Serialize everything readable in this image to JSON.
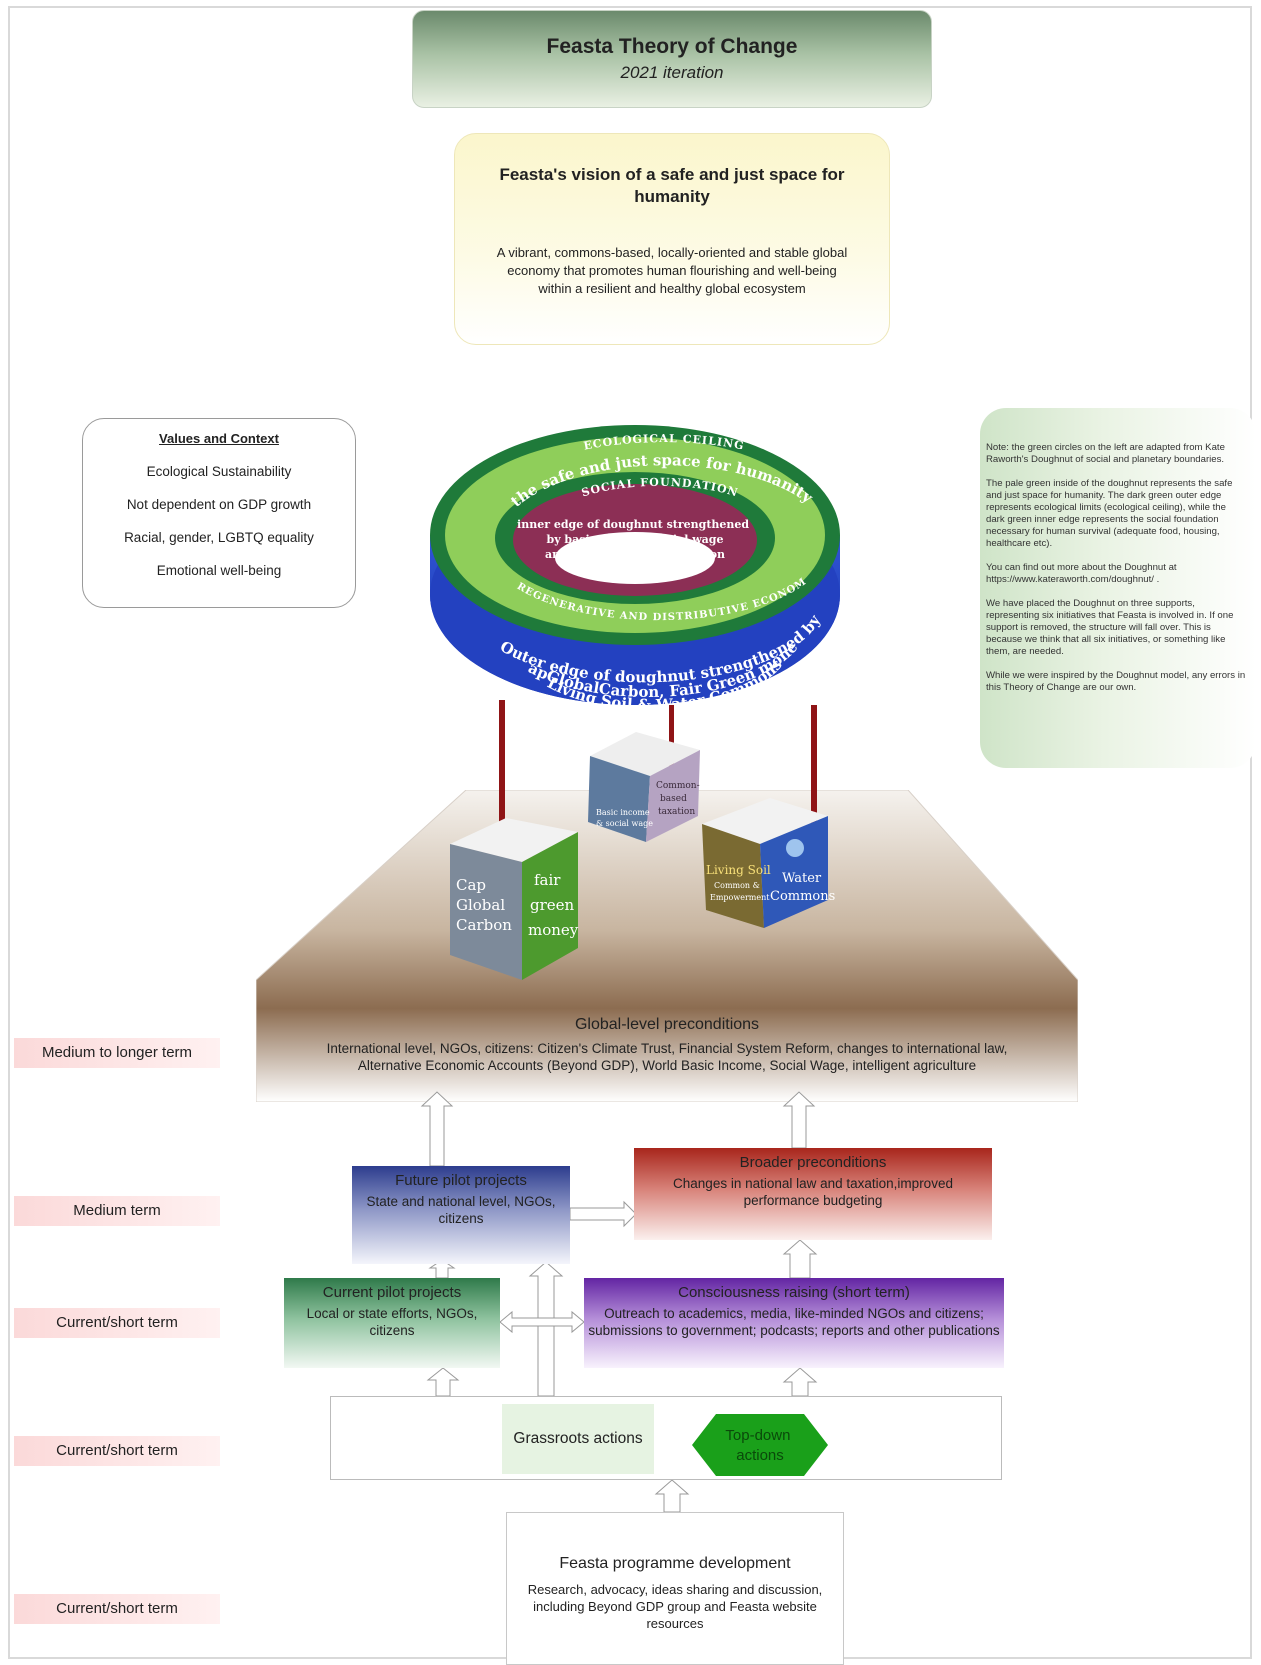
{
  "header": {
    "title": "Feasta Theory of Change",
    "subtitle": "2021 iteration"
  },
  "vision": {
    "title": "Feasta's vision of a safe and just space for humanity",
    "body": "A vibrant, commons-based, locally-oriented and stable global economy that promotes human flourishing and well-being within a resilient and healthy global ecosystem"
  },
  "values": {
    "heading": "Values and Context",
    "items": [
      "Ecological Sustainability",
      "Not dependent on GDP growth",
      "Racial, gender, LGBTQ equality",
      "Emotional well-being"
    ]
  },
  "note": {
    "paragraphs": [
      "Note: the green circles on the left are adapted from Kate Raworth's Doughnut of social and planetary boundaries.",
      "The pale green inside of the doughnut represents the safe and just space for humanity. The dark green outer edge represents ecological limits (ecological ceiling), while the dark green inner edge represents the social foundation necessary for human survival (adequate food, housing, healthcare etc).",
      "You can find out more about the Doughnut at https://www.kateraworth.com/doughnut/ .",
      "We have placed the Doughnut on three supports, representing six initiatives that Feasta is involved in. If one support is removed, the structure will fall over. This is because we think that all six initiatives, or something like them, are needed.",
      "While we were inspired by the Doughnut model, any errors in this Theory of Change are our own."
    ]
  },
  "doughnut": {
    "ecological_ceiling": "ECOLOGICAL CEILING",
    "safe_space": "the safe and just space for humanity",
    "social_foundation": "SOCIAL FOUNDATION",
    "inner_edge": [
      "inner edge of doughnut strengthened",
      "by basic income, social wage",
      "and commons-based taxation"
    ],
    "regenerative": "REGENERATIVE AND DISTRIBUTIVE ECONOMY",
    "outer_edge": [
      "Outer edge of doughnut strengthened by",
      "CapGlobalCarbon, Fair Green money,",
      "Living Soil & Water Commons"
    ],
    "colors": {
      "blue": "#2a45c2",
      "dark_green": "#1f7a3a",
      "light_green": "#8fce5a",
      "maroon": "#8c2f55",
      "pillar": "#8f1416"
    }
  },
  "cubes": {
    "left": {
      "front": [
        "Cap",
        "Global",
        "Carbon"
      ],
      "side": [
        "fair",
        "green",
        "money"
      ]
    },
    "middle": {
      "side": [
        "Common-",
        "based",
        "taxation"
      ],
      "front": [
        "Basic income",
        "& social wage"
      ]
    },
    "right": {
      "front": [
        "Living Soil",
        "Common &",
        "Empowerment"
      ],
      "side": [
        "Water",
        "Commons"
      ]
    }
  },
  "terms": {
    "t1": "Medium to longer term",
    "t2": "Medium term",
    "t3": "Current/short term",
    "t4": "Current/short term",
    "t5": "Current/short term"
  },
  "global": {
    "title": "Global-level preconditions",
    "body_line1": "International level, NGOs, citizens: Citizen's Climate Trust, Financial System Reform, changes to international law,",
    "body_line2": "Alternative Economic Accounts (Beyond GDP), World Basic Income, Social Wage, intelligent agriculture"
  },
  "future": {
    "title": "Future pilot projects",
    "body": "State and national level, NGOs, citizens"
  },
  "broader": {
    "title": "Broader preconditions",
    "body": "Changes in national law and taxation,improved performance budgeting"
  },
  "current": {
    "title": "Current pilot projects",
    "body": "Local or state efforts, NGOs, citizens"
  },
  "conscious": {
    "title": "Consciousness raising (short term)",
    "body": "Outreach to academics, media, like-minded NGOs and citizens; submissions to government; podcasts; reports and other publications"
  },
  "grassroots": {
    "label": "Grassroots actions"
  },
  "topdown": {
    "line1": "Top-down",
    "line2": "actions"
  },
  "feasta": {
    "title": "Feasta programme development",
    "body": "Research, advocacy, ideas sharing and discussion, including Beyond GDP group and Feasta website resources"
  }
}
